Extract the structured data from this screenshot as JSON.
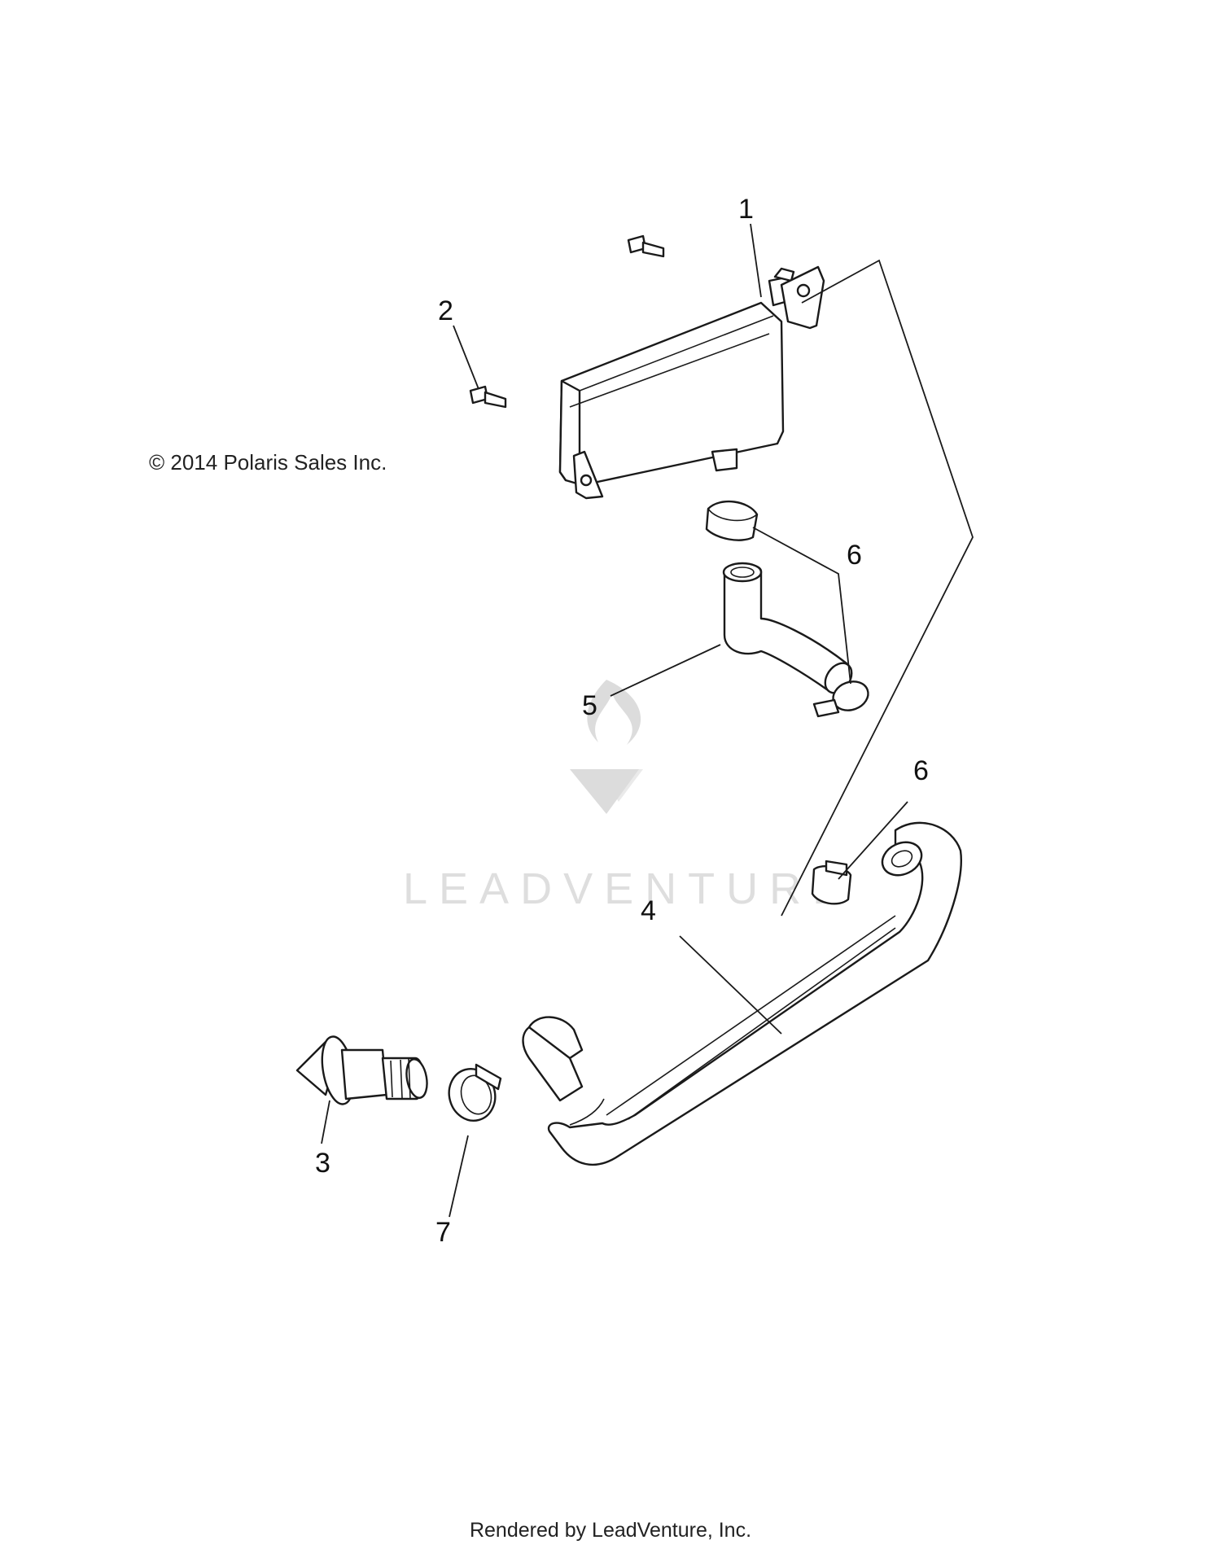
{
  "copyright": "© 2014 Polaris Sales Inc.",
  "rendered_by": "Rendered by LeadVenture, Inc.",
  "watermark": {
    "text": "LEADVENTURE",
    "icon": "leadventure-flame-logo-icon"
  },
  "callouts": {
    "c1": "1",
    "c2": "2",
    "c3": "3",
    "c4": "4",
    "c5": "5",
    "c6a": "6",
    "c6b": "6",
    "c7": "7"
  }
}
